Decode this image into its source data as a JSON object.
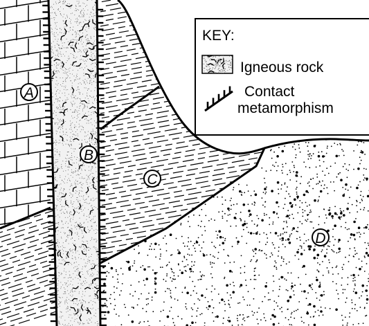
{
  "key": {
    "title": "KEY:",
    "igneous_label": "Igneous rock",
    "contact_label_line1": "Contact",
    "contact_label_line2": "metamorphism"
  },
  "labels": {
    "A": "A",
    "B": "B",
    "C": "C",
    "D": "D"
  }
}
